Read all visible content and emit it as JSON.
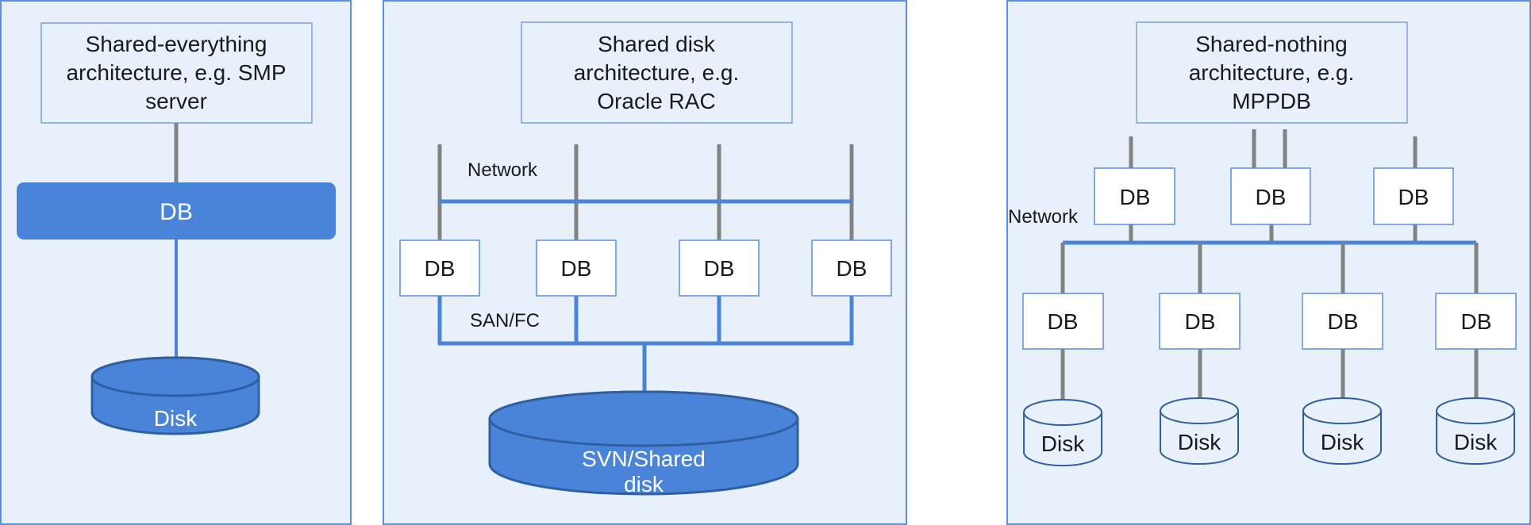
{
  "diagram": {
    "colors": {
      "panel_bg": "#e8f1fb",
      "border": "#5b8fe0",
      "db_blue": "#4a84d8",
      "disk_stroke": "#2f5fa3",
      "connector_gray": "#828282"
    },
    "panels": [
      {
        "id": "shared-everything",
        "title_lines": [
          "Shared-everything",
          "architecture, e.g. SMP",
          "server"
        ],
        "db_label": "DB",
        "disk_label": "Disk"
      },
      {
        "id": "shared-disk",
        "title_lines": [
          "Shared disk",
          "architecture, e.g.",
          "Oracle RAC"
        ],
        "network_label": "Network",
        "san_label": "SAN/FC",
        "db_labels": [
          "DB",
          "DB",
          "DB",
          "DB"
        ],
        "disk_label_lines": [
          "SVN/Shared",
          "disk"
        ]
      },
      {
        "id": "shared-nothing",
        "title_lines": [
          "Shared-nothing",
          "architecture, e.g.",
          "MPPDB"
        ],
        "network_label": "Network",
        "upper_db_labels": [
          "DB",
          "DB",
          "DB"
        ],
        "lower_db_labels": [
          "DB",
          "DB",
          "DB",
          "DB"
        ],
        "disk_labels": [
          "Disk",
          "Disk",
          "Disk",
          "Disk"
        ]
      }
    ]
  }
}
